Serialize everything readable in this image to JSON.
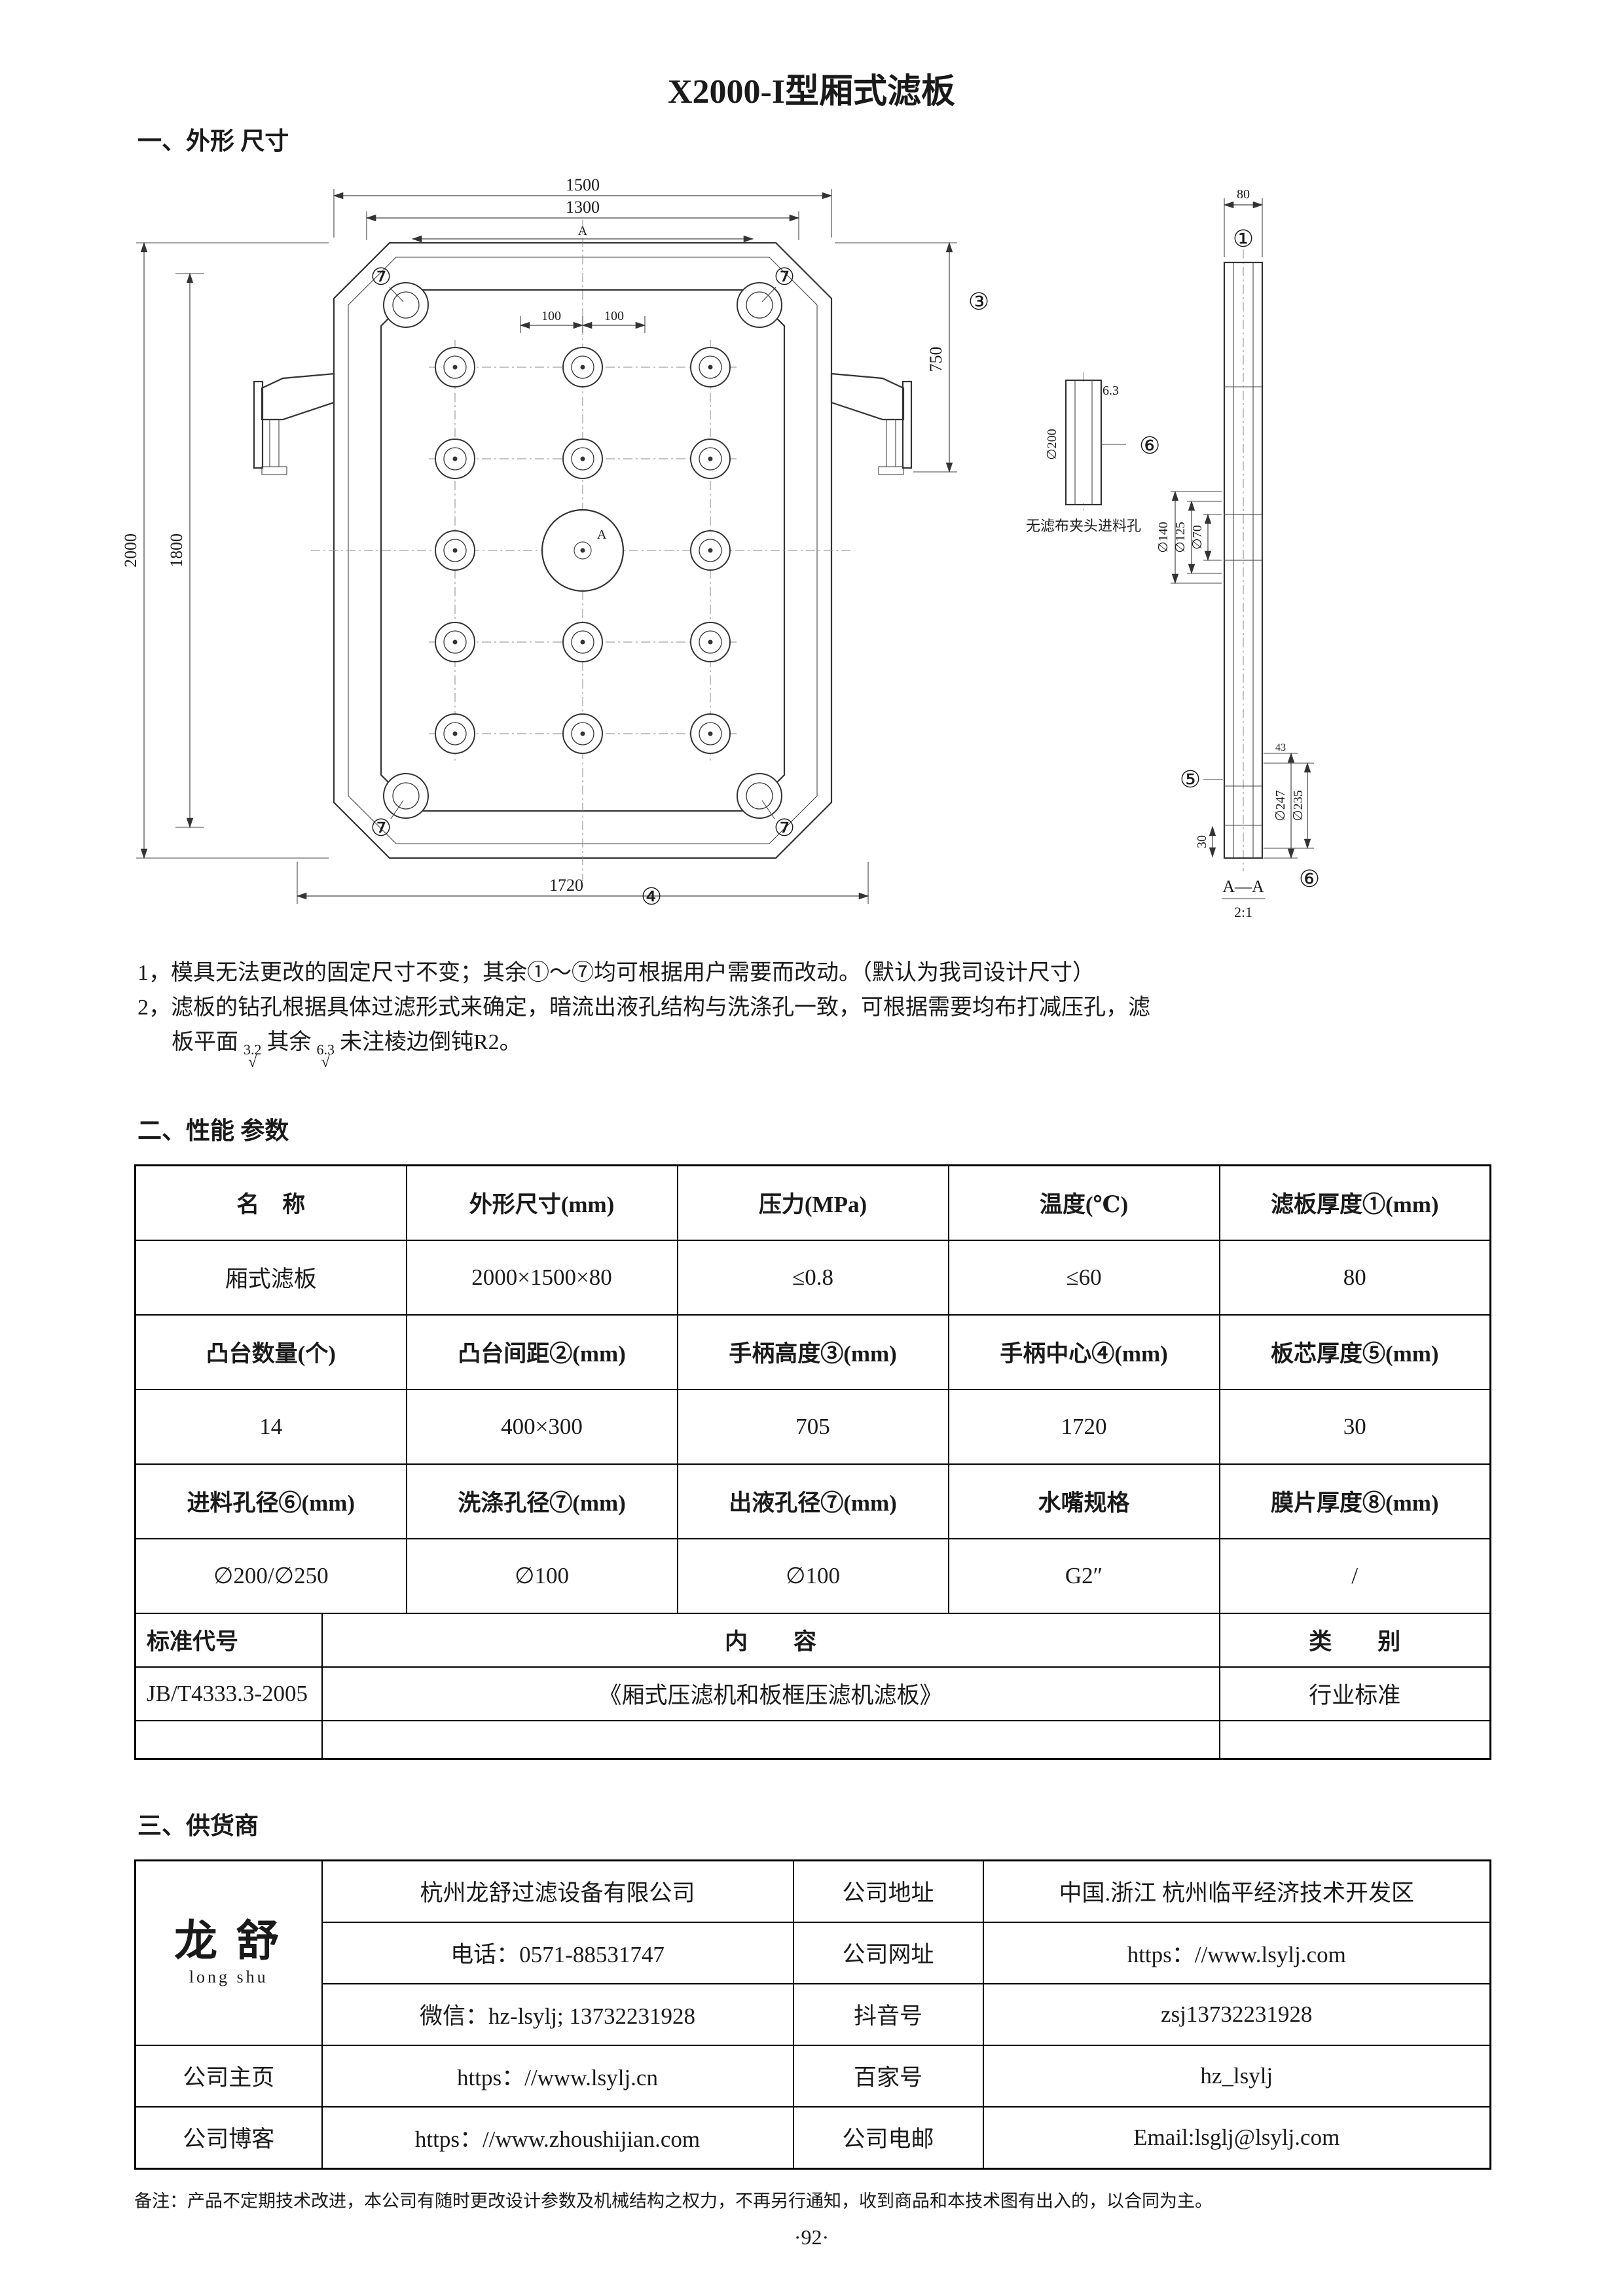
{
  "title": "X2000-I型厢式滤板",
  "sections": {
    "s1": "一、外形 尺寸",
    "s2": "二、性能 参数",
    "s3": "三、供货商"
  },
  "notes": {
    "n1": "1，模具无法更改的固定尺寸不变；其余①～⑦均可根据用户需要而改动。（默认为我司设计尺寸）",
    "n2_line1": "2，滤板的钻孔根据具体过滤形式来确定，暗流出液孔结构与洗涤孔一致，可根据需要均布打减压孔，滤",
    "n2_p1": "板平面",
    "n2_r1": "3.2",
    "n2_p2": "其余",
    "n2_r2": "6.3",
    "n2_p3": "未注棱边倒钝R2。",
    "check": "√"
  },
  "drawing": {
    "front": {
      "d1500": "1500",
      "d1300": "1300",
      "dA": "A",
      "d100a": "100",
      "d100b": "100",
      "d750": "750",
      "d2000": "2000",
      "d1800": "1800",
      "d1720": "1720",
      "b3": "③",
      "b4": "④",
      "b7": "⑦",
      "centerA": "A"
    },
    "detail": {
      "b6": "⑥",
      "caption": "无滤布夹头进料孔",
      "d200": "∅200",
      "r63": "6.3"
    },
    "side": {
      "d80": "80",
      "b1": "①",
      "d140": "∅140",
      "d125": "∅125",
      "d70": "∅70",
      "b5": "⑤",
      "d30": "30",
      "d43": "43",
      "d247": "∅247",
      "d235": "∅235",
      "b6": "⑥",
      "aa": "A—A",
      "scale": "2:1"
    }
  },
  "perf": {
    "rows": [
      {
        "cells": [
          "名　称",
          "外形尺寸(mm)",
          "压力(MPa)",
          "温度(℃)",
          "滤板厚度①(mm)"
        ]
      },
      {
        "cells": [
          "厢式滤板",
          "2000×1500×80",
          "≤0.8",
          "≤60",
          "80"
        ]
      },
      {
        "cells": [
          "凸台数量(个)",
          "凸台间距②(mm)",
          "手柄高度③(mm)",
          "手柄中心④(mm)",
          "板芯厚度⑤(mm)"
        ]
      },
      {
        "cells": [
          "14",
          "400×300",
          "705",
          "1720",
          "30"
        ]
      },
      {
        "cells": [
          "进料孔径⑥(mm)",
          "洗涤孔径⑦(mm)",
          "出液孔径⑦(mm)",
          "水嘴规格",
          "膜片厚度⑧(mm)"
        ]
      },
      {
        "cells": [
          "∅200/∅250",
          "∅100",
          "∅100",
          "G2″",
          "/"
        ]
      }
    ],
    "std_h": {
      "c1": "标准代号",
      "c2": "内　　容",
      "c3": "类　　别"
    },
    "std_r": {
      "c1": "JB/T4333.3-2005",
      "c2": "《厢式压滤机和板框压滤机滤板》",
      "c3": "行业标准"
    }
  },
  "supplier": {
    "logo_cn": "龙 舒",
    "logo_en": "long shu",
    "company": "杭州龙舒过滤设备有限公司",
    "addr_label": "公司地址",
    "addr": "中国.浙江 杭州临平经济技术开发区",
    "phone": "电话：0571-88531747",
    "web_label": "公司网址",
    "web": "https：//www.lsylj.com",
    "wechat": "微信：hz-lsylj; 13732231928",
    "douyin_label": "抖音号",
    "douyin": "zsj13732231928",
    "home_label": "公司主页",
    "home": "https：//www.lsylj.cn",
    "baijia_label": "百家号",
    "baijia": "hz_lsylj",
    "blog_label": "公司博客",
    "blog": "https：//www.zhoushijian.com",
    "email_label": "公司电邮",
    "email": "Email:lsglj@lsylj.com"
  },
  "footer": {
    "note": "备注：产品不定期技术改进，本公司有随时更改设计参数及机械结构之权力，不再另行通知，收到商品和本技术图有出入的，以合同为主。",
    "page": "·92·"
  }
}
